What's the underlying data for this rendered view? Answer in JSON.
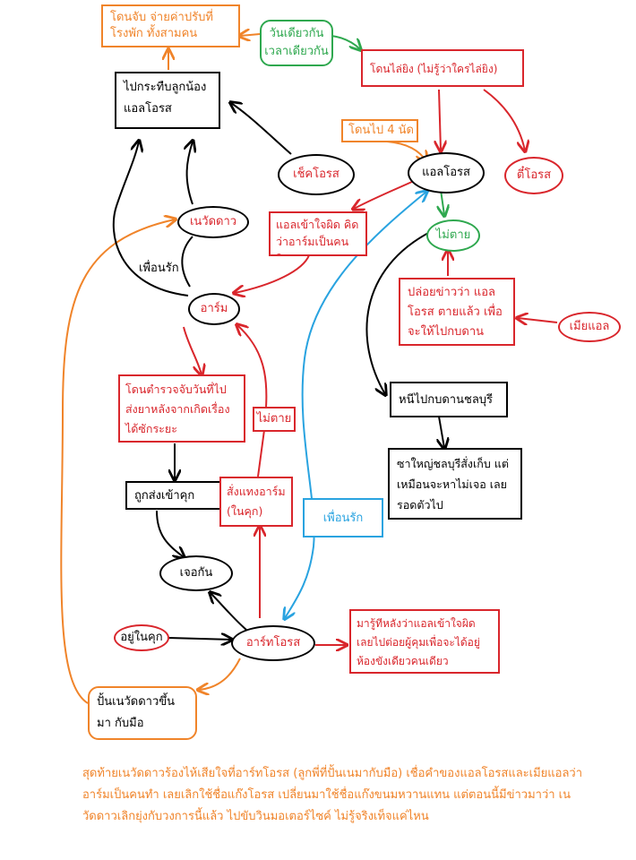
{
  "nodes": {
    "fined": "โดนจับ จ่ายค่าปรับที่โรงพัก ทั้งสามคน",
    "same_day": "วันเดียวกัน เวลาเดียวกัน",
    "chased": "โดนไล่ยิง (ไม่รู้ว่าใครไล่ยิง)",
    "attack_minion": "ไปกระทืบลูกน้อง แอลโอรส",
    "shot_four": "โดนไป 4 นัด",
    "el_oros": "แอลโอรส",
    "ti_oros": "ตี๋โอรส",
    "chek_oros": "เช็คโอรส",
    "newat_dao": "เนวัดดาว",
    "el_misunderstood": "แอลเข้าใจผิด คิดว่าอาร์มเป็นคนยิง",
    "not_dead": "ไม่ตาย",
    "friends": "เพื่อนรัก",
    "arm": "อาร์ม",
    "rumor": "ปล่อยข่าวว่า แอลโอรส ตายแล้ว เพื่อจะให้ไปกบดาน",
    "el_wife": "เมียแอล",
    "police_caught": "โดนตำรวจจับวันที่ไปส่งยาหลังจากเกิดเรื่องได้ซักระยะ",
    "not_dead_2": "ไม่ตาย",
    "hide_chonburi": "หนีไปกบดานชลบุรี",
    "chonburi_boss": "ซาใหญ่ชลบุรีสั่งเก็บ แต่เหมือนจะหาไม่เจอ เลยรอดตัวไป",
    "jailed": "ถูกส่งเข้าคุก",
    "order_stab": "สั่งแทงอาร์ม (ในคุก)",
    "friends_2": "เพื่อนรัก",
    "met": "เจอกัน",
    "in_jail": "อยู่ในคุก",
    "art_oros": "อาร์ทโอรส",
    "art_learned": "มารู้ทีหลังว่าแอลเข้าใจผิด เลยไปต่อยผู้คุมเพื่อจะได้อยู่ห้องขังเดียวคนเดียว",
    "mentored": "ปั้นเนวัดดาวขึ้นมา กับมือ"
  },
  "footer": "สุดท้ายเนวัดดาวร้องไห้เสียใจที่อาร์ทโอรส (ลูกพี่ที่ปั้นเนมากับมือ) เชื่อคำของแอลโอรสและเมียแอลว่าอาร์มเป็นคนทำ เลยเลิกใช้ชื่อแก๊งโอรส เปลี่ยนมาใช้ชื่อแก๊งขนมหวานแทน แต่ตอนนี้มีข่าวมาว่า เนวัดดาวเลิกยุ่งกับวงการนี้แล้ว ไปขับวินมอเตอร์ไซค์ ไม่รู้จริงเท็จแค่ไหน",
  "colors": {
    "black": "#000000",
    "red": "#d9262c",
    "orange": "#f0842a",
    "green": "#2fa84f",
    "blue": "#29a3e0"
  }
}
